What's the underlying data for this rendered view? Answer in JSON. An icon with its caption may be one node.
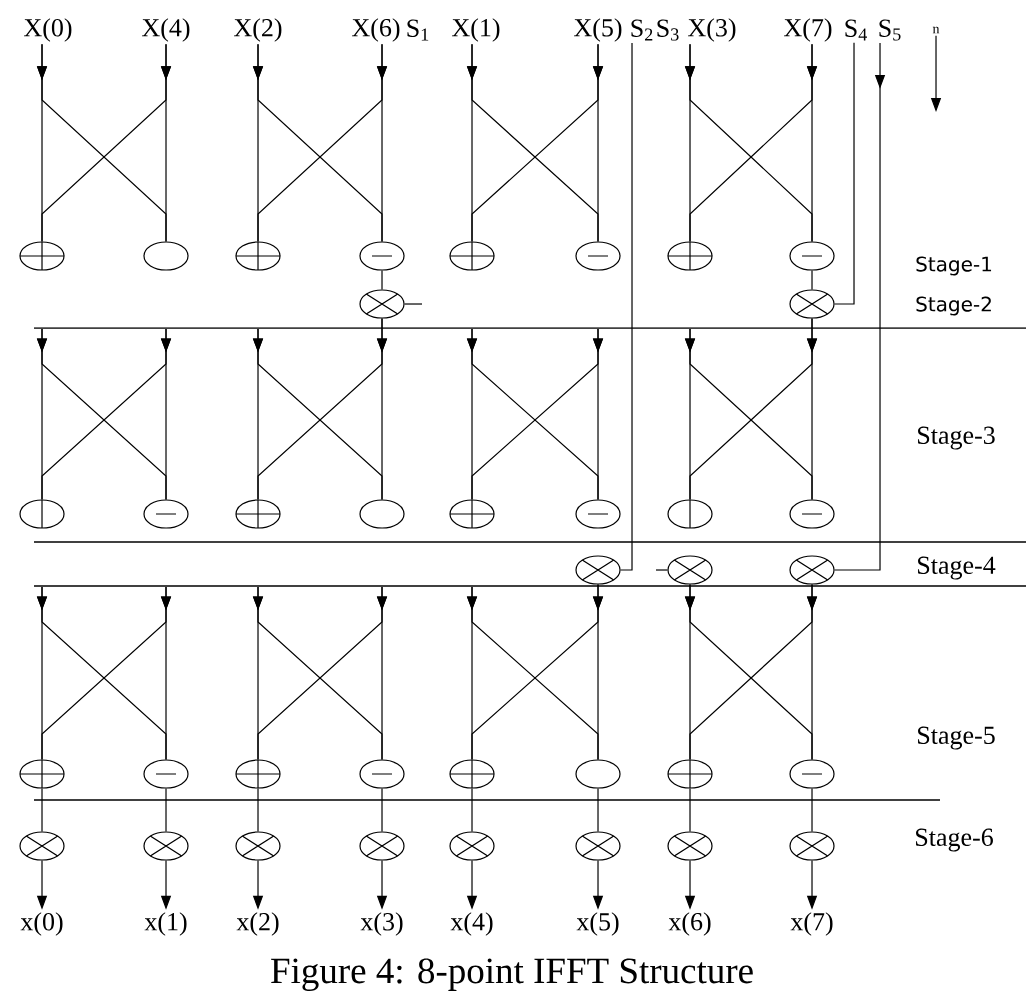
{
  "diagram": {
    "caption": "Figure 4: 8-point IFFT Structure",
    "nodes": [
      {
        "text": [
          "X(0)"
        ]
      },
      {
        "text": [
          "X(4)"
        ]
      },
      {
        "text": [
          "X(2)"
        ]
      },
      {
        "text": [
          "X(6)"
        ]
      },
      {
        "text": [
          "X(1)"
        ]
      },
      {
        "text": [
          "X(5)"
        ]
      },
      {
        "text": [
          "S$_{2}$"
        ]
      },
      {
        "text": [
          "X(3)"
        ]
      },
      {
        "text": [
          "X(7)"
        ]
      },
      {
        "text": [
          "S$_{4}$"
        ]
      },
      {
        "text": [
          "S$_{5}$"
        ]
      },
      {
        "text": [
          "n"
        ]
      },
      {
        "text": [],
        "shape": "circle-plus"
      },
      {
        "text": [],
        "shape": "circle"
      },
      {
        "text": [],
        "shape": "circle-plus"
      },
      {
        "text": [],
        "shape": "circle-minus"
      },
      {
        "text": [],
        "shape": "circle-plus"
      },
      {
        "text": [],
        "shape": "circle-minus"
      },
      {
        "text": [],
        "shape": "circle-plus"
      },
      {
        "text": [],
        "shape": "circle-minus"
      },
      {
        "text": [],
        "shape": "circle-cross"
      },
      {
        "text": [],
        "shape": "circle-cross"
      },
      {
        "text": [],
        "shape": "bar"
      },
      {
        "text": [],
        "shape": "circle-bar"
      },
      {
        "text": [],
        "shape": "circle-minus"
      },
      {
        "text": [],
        "shape": "circle-plus"
      },
      {
        "text": [],
        "shape": "circle"
      },
      {
        "text": [],
        "shape": "circle-plus"
      },
      {
        "text": [],
        "shape": "circle-minus"
      },
      {
        "text": [],
        "shape": "circle-bar"
      },
      {
        "text": [],
        "shape": "circle-minus"
      },
      {
        "text": [],
        "shape": "circle-cross"
      },
      {
        "text": [],
        "shape": "circle-cross"
      },
      {
        "text": [],
        "shape": "circle-cross"
      },
      {
        "text": [],
        "shape": "bar"
      },
      {
        "text": [],
        "shape": "circle-plus"
      },
      {
        "text": [],
        "shape": "circle-minus"
      },
      {
        "text": [],
        "shape": "circle-plus"
      },
      {
        "text": [],
        "shape": "circle-minus"
      },
      {
        "text": [],
        "shape": "circle-plus"
      },
      {
        "text": [],
        "shape": "circle"
      },
      {
        "text": [],
        "shape": "circle-plus"
      },
      {
        "text": [],
        "shape": "circle-minus"
      },
      {
        "text": [],
        "shape": "circle-cross"
      },
      {
        "text": [],
        "shape": "circle-cross"
      },
      {
        "text": [],
        "shape": "circle-cross"
      },
      {
        "text": [],
        "shape": "circle-cross"
      },
      {
        "text": [],
        "shape": "circle-cross"
      },
      {
        "text": [],
        "shape": "circle-cross"
      },
      {
        "text": [],
        "shape": "circle-cross"
      },
      {
        "text": [],
        "shape": "circle-cross"
      },
      {
        "text": [
          "x(0)"
        ]
      },
      {
        "text": [
          "x(1)"
        ]
      },
      {
        "text": [
          "x(2)"
        ]
      },
      {
        "text": [
          "x(3)"
        ]
      },
      {
        "text": [
          "x(4)"
        ]
      },
      {
        "text": [
          "x(5)"
        ]
      },
      {
        "text": [
          "x(6)"
        ]
      },
      {
        "text": [
          "x(7)"
        ]
      }
    ],
    "edges": [
      {
        "from": 0,
        "to": 12,
        "arrow": "to"
      },
      {
        "from": 0,
        "to": 13,
        "arrow": "to"
      },
      {
        "from": 1,
        "to": 13,
        "arrow": "to"
      },
      {
        "from": 1,
        "to": 12,
        "arrow": "to"
      },
      {
        "from": 2,
        "to": 14,
        "arrow": "to"
      },
      {
        "from": 2,
        "to": 15,
        "arrow": "to"
      },
      {
        "from": 3,
        "to": 15,
        "arrow": "to"
      },
      {
        "from": 3,
        "to": 14,
        "arrow": "to"
      },
      {
        "from": 4,
        "to": 16,
        "arrow": "to"
      },
      {
        "from": 4,
        "to": 17,
        "arrow": "to"
      },
      {
        "from": 5,
        "to": 17,
        "arrow": "to"
      },
      {
        "from": 5,
        "to": 16,
        "arrow": "to"
      },
      {
        "from": 7,
        "to": 18,
        "arrow": "to"
      },
      {
        "from": 7,
        "to": 19,
        "arrow": "to"
      },
      {
        "from": 8,
        "to": 19,
        "arrow": "to"
      },
      {
        "from": 8,
        "to": 18,
        "arrow": "to"
      },
      {
        "from": 15,
        "to": 20,
        "arrow": "none"
      },
      {
        "from": null,
        "to": 20,
        "arrow": "none"
      },
      {
        "from": 19,
        "to": 21,
        "arrow": "none"
      },
      {
        "from": 9,
        "to": 21,
        "arrow": "none"
      },
      {
        "from": 22,
        "to": 23,
        "arrow": "to"
      },
      {
        "from": 22,
        "to": 24,
        "arrow": "to"
      },
      {
        "from": 22,
        "to": 24,
        "arrow": "to"
      },
      {
        "from": 22,
        "to": 23,
        "arrow": "to"
      },
      {
        "from": 22,
        "to": 25,
        "arrow": "to"
      },
      {
        "from": 22,
        "to": 26,
        "arrow": "to"
      },
      {
        "from": 20,
        "to": 26,
        "arrow": "to"
      },
      {
        "from": 20,
        "to": 25,
        "arrow": "to"
      },
      {
        "from": 22,
        "to": 27,
        "arrow": "to"
      },
      {
        "from": 22,
        "to": 28,
        "arrow": "to"
      },
      {
        "from": 22,
        "to": 28,
        "arrow": "to"
      },
      {
        "from": 22,
        "to": 27,
        "arrow": "to"
      },
      {
        "from": 22,
        "to": 29,
        "arrow": "to"
      },
      {
        "from": 22,
        "to": 30,
        "arrow": "to"
      },
      {
        "from": 21,
        "to": 30,
        "arrow": "to"
      },
      {
        "from": 21,
        "to": 29,
        "arrow": "to"
      },
      {
        "from": 6,
        "to": 31,
        "arrow": "none"
      },
      {
        "from": null,
        "to": 32,
        "arrow": "none"
      },
      {
        "from": 10,
        "to": 33,
        "arrow": "to"
      },
      {
        "from": 34,
        "to": 35,
        "arrow": "to"
      },
      {
        "from": 34,
        "to": 36,
        "arrow": "to"
      },
      {
        "from": 34,
        "to": 36,
        "arrow": "to"
      },
      {
        "from": 34,
        "to": 35,
        "arrow": "to"
      },
      {
        "from": 34,
        "to": 37,
        "arrow": "to"
      },
      {
        "from": 34,
        "to": 38,
        "arrow": "to"
      },
      {
        "from": 34,
        "to": 38,
        "arrow": "to"
      },
      {
        "from": 34,
        "to": 37,
        "arrow": "to"
      },
      {
        "from": 34,
        "to": 39,
        "arrow": "to"
      },
      {
        "from": 34,
        "to": 40,
        "arrow": "to"
      },
      {
        "from": 31,
        "to": 40,
        "arrow": "to"
      },
      {
        "from": 31,
        "to": 39,
        "arrow": "to"
      },
      {
        "from": 32,
        "to": 41,
        "arrow": "to"
      },
      {
        "from": 32,
        "to": 42,
        "arrow": "to"
      },
      {
        "from": 33,
        "to": 42,
        "arrow": "to"
      },
      {
        "from": 33,
        "to": 41,
        "arrow": "to"
      },
      {
        "from": 35,
        "to": 43,
        "arrow": "none"
      },
      {
        "from": 36,
        "to": 44,
        "arrow": "none"
      },
      {
        "from": 37,
        "to": 45,
        "arrow": "none"
      },
      {
        "from": 38,
        "to": 46,
        "arrow": "none"
      },
      {
        "from": 39,
        "to": 47,
        "arrow": "none"
      },
      {
        "from": 40,
        "to": 48,
        "arrow": "none"
      },
      {
        "from": 41,
        "to": 49,
        "arrow": "none"
      },
      {
        "from": 42,
        "to": 50,
        "arrow": "none"
      },
      {
        "from": 43,
        "to": 51,
        "arrow": "to"
      },
      {
        "from": 44,
        "to": 52,
        "arrow": "to"
      },
      {
        "from": 45,
        "to": 53,
        "arrow": "to"
      },
      {
        "from": 46,
        "to": 54,
        "arrow": "to"
      },
      {
        "from": 47,
        "to": 55,
        "arrow": "to"
      },
      {
        "from": 48,
        "to": 56,
        "arrow": "to"
      },
      {
        "from": 49,
        "to": 57,
        "arrow": "to"
      },
      {
        "from": 50,
        "to": 58,
        "arrow": "to"
      },
      {
        "from": 11,
        "to": null,
        "arrow": "to"
      }
    ],
    "labels": [
      "S$_{1}$",
      "S$_{3}$",
      "Stage-1",
      "Stage-2",
      "Stage-3",
      "Stage-4",
      "Stage-5",
      "Stage-6"
    ]
  }
}
